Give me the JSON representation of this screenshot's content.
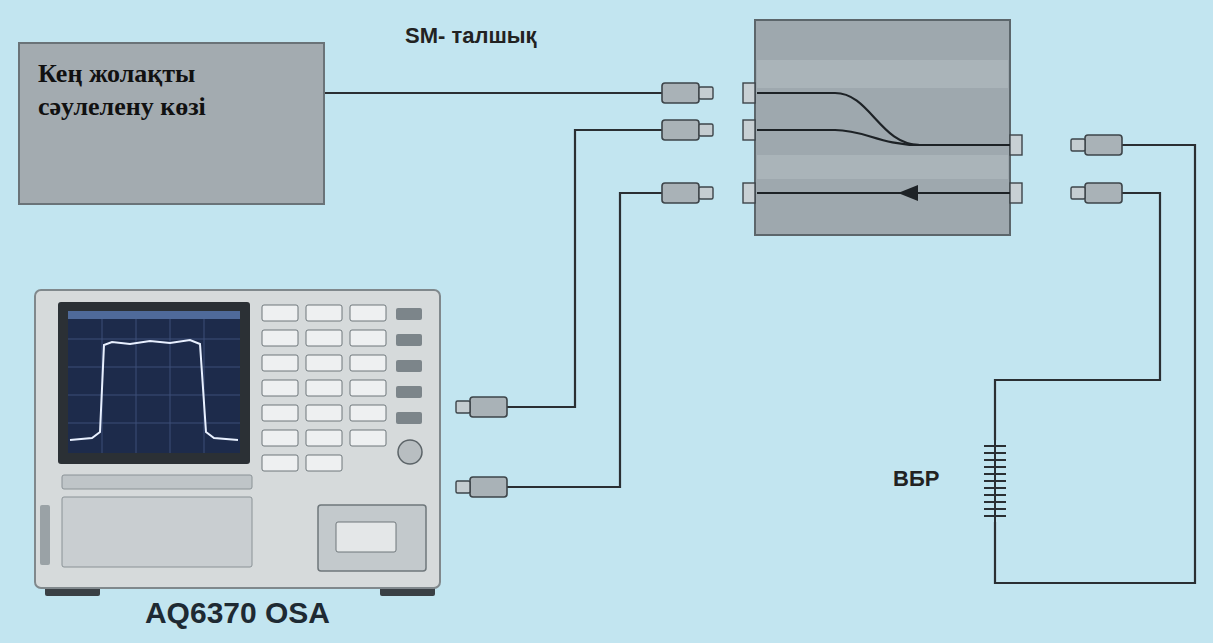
{
  "diagram": {
    "nodes": [
      {
        "text": [
          "Кең жолақты сәулелену көзі"
        ]
      },
      {
        "text": [
          "AQ6370 OSA"
        ]
      }
    ],
    "labels": [
      "SM- талшық",
      "ВБР"
    ]
  }
}
